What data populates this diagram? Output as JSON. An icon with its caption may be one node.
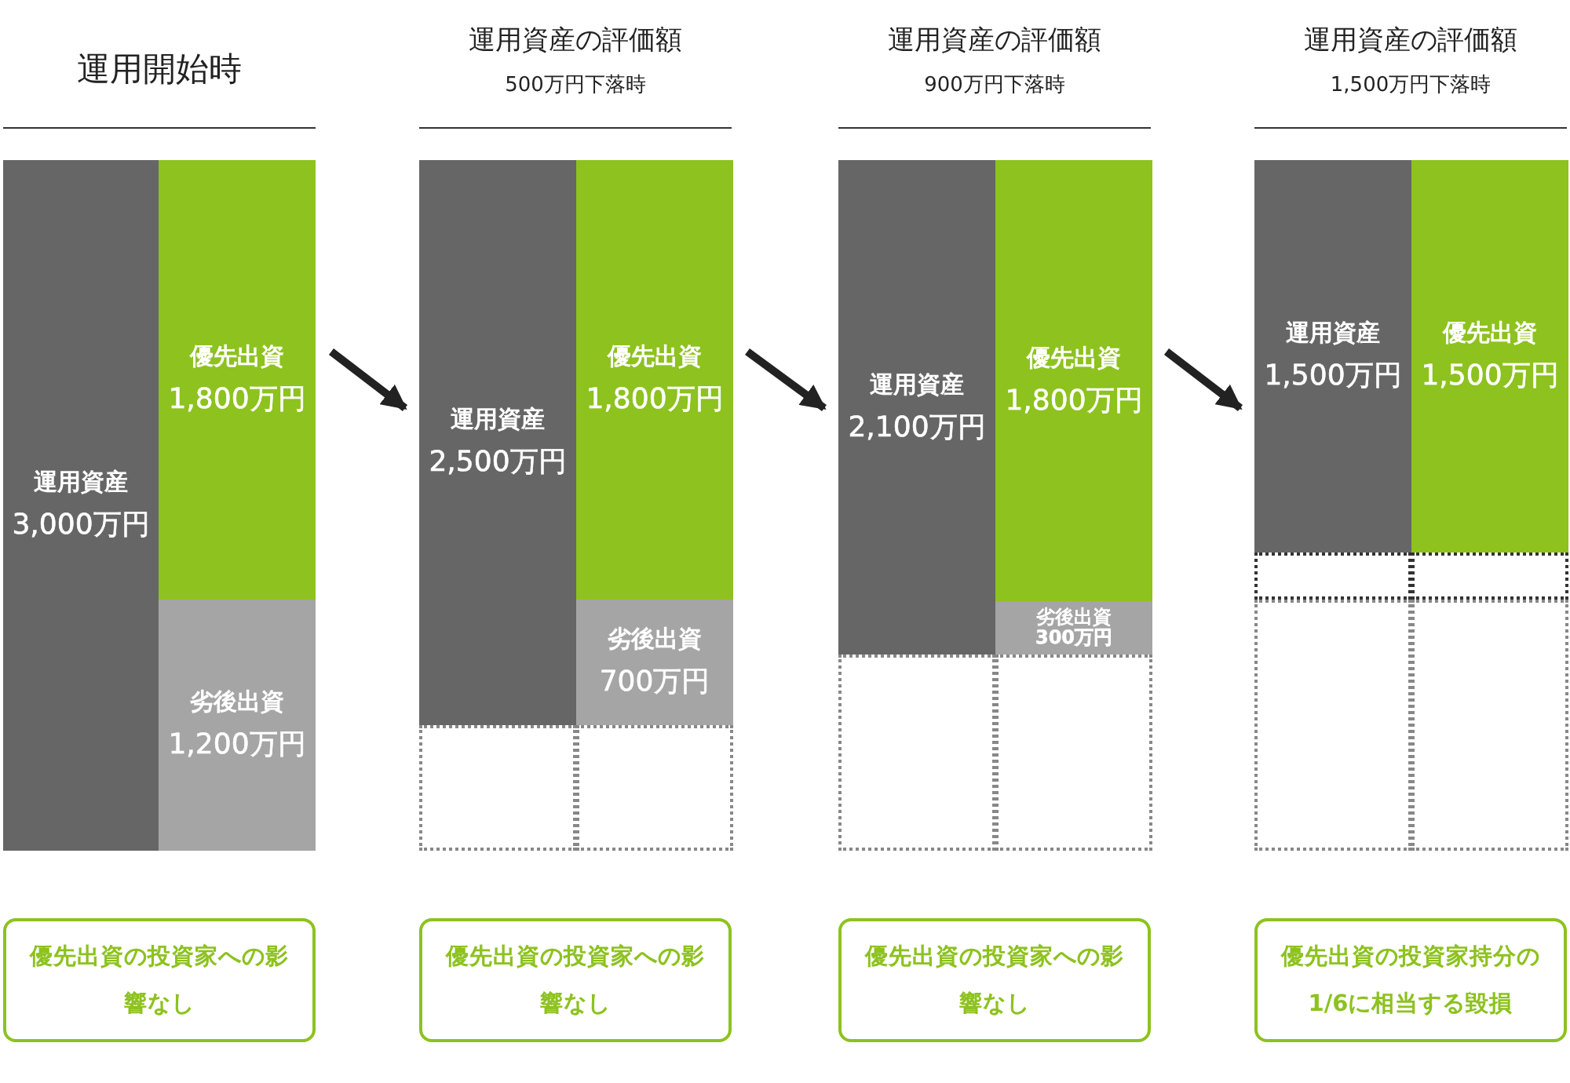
{
  "diagram": {
    "nodes": [
      {
        "text": [
          "運用開始時"
        ]
      },
      {
        "text": [
          "運用資産",
          "3,000万円"
        ],
        "in": 0
      },
      {
        "text": [
          "優先出資",
          "1,800万円"
        ],
        "in": 0
      },
      {
        "text": [
          "劣後出資",
          "1,200万円"
        ],
        "in": 0
      },
      {
        "text": [
          "優先出資の投資家への影響なし"
        ]
      },
      {
        "text": [
          "運用資産の評価額",
          "500万円下落時"
        ]
      },
      {
        "text": [
          "運用資産",
          "2,500万円"
        ],
        "in": 5
      },
      {
        "text": [
          "優先出資",
          "1,800万円"
        ],
        "in": 5
      },
      {
        "text": [
          "劣後出資",
          "700万円"
        ],
        "in": 5
      },
      {
        "text": [],
        "shape": "box",
        "in": 5
      },
      {
        "text": [],
        "shape": "box",
        "in": 5
      },
      {
        "text": [
          "優先出資の投資家への影響なし"
        ]
      },
      {
        "text": [
          "運用資産の評価額",
          "900万円下落時"
        ]
      },
      {
        "text": [
          "運用資産",
          "2,100万円"
        ],
        "in": 12
      },
      {
        "text": [
          "優先出資",
          "1,800万円"
        ],
        "in": 12
      },
      {
        "text": [
          "劣後出資",
          "300万円"
        ],
        "in": 12
      },
      {
        "text": [],
        "shape": "box",
        "in": 12
      },
      {
        "text": [],
        "shape": "box",
        "in": 12
      },
      {
        "text": [
          "優先出資の投資家への影響なし"
        ]
      },
      {
        "text": [
          "運用資産の評価額",
          "1,500万円下落時"
        ]
      },
      {
        "text": [
          "運用資産",
          "1,500万円"
        ],
        "in": 19
      },
      {
        "text": [
          "優先出資",
          "1,500万円"
        ],
        "in": 19
      },
      {
        "text": [],
        "shape": "box",
        "in": 19
      },
      {
        "text": [],
        "shape": "box",
        "in": 19
      },
      {
        "text": [],
        "shape": "box",
        "in": 19
      },
      {
        "text": [],
        "shape": "box",
        "in": 19
      },
      {
        "text": [
          "優先出資の投資家持分の1/6に相当する毀損"
        ]
      }
    ],
    "edges": [
      {
        "from": 0,
        "to": 5,
        "arrow": "to"
      },
      {
        "from": 5,
        "to": 12,
        "arrow": "to"
      },
      {
        "from": 12,
        "to": 19,
        "arrow": "to"
      }
    ]
  }
}
